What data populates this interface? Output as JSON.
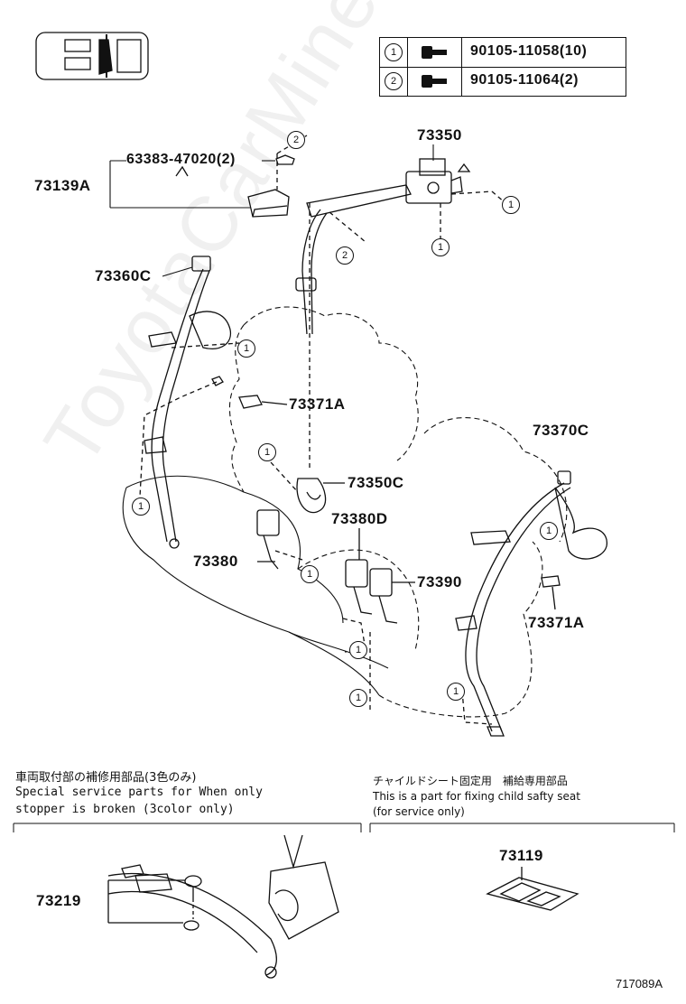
{
  "legend": [
    {
      "key": "1",
      "part": "90105-11058(10)"
    },
    {
      "key": "2",
      "part": "90105-11064(2)"
    }
  ],
  "parts": {
    "p73350": "73350",
    "p63383": "63383-47020(2)",
    "p73139A": "73139A",
    "p73360C": "73360C",
    "p73371A_left": "73371A",
    "p73370C": "73370C",
    "p73350C": "73350C",
    "p73380D": "73380D",
    "p73380": "73380",
    "p73390": "73390",
    "p73371A_right": "73371A",
    "p73219": "73219",
    "p73119": "73119"
  },
  "callouts": {
    "one": "1",
    "two": "2"
  },
  "notes": {
    "left_jp": "車両取付部の補修用部品(3色のみ)",
    "left_en1": "Special  service  parts  for  When  only",
    "left_en2": "stopper  is  broken  (3color  only)",
    "right_jp": "チャイルドシート固定用　補給専用部品",
    "right_en1": "This is a part for fixing child safty seat",
    "right_en2": "(for service only)"
  },
  "figure_id": "717089A",
  "watermark": "ToyotaCarMine.ru"
}
